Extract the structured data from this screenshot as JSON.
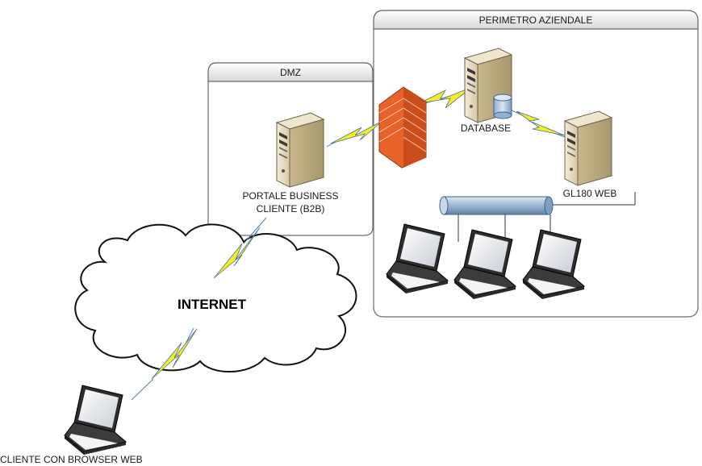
{
  "zones": {
    "dmz": "DMZ",
    "perimeter": "PERIMETRO AZIENDALE"
  },
  "labels": {
    "portal_line1": "PORTALE BUSINESS",
    "portal_line2": "CLIENTE (B2B)",
    "database": "DATABASE",
    "gl180": "GL180 WEB",
    "internet": "INTERNET",
    "client": "CLIENTE CON BROWSER WEB"
  },
  "colors": {
    "zone_border": "#6b6b6b",
    "header_top": "#ffffff",
    "header_bottom": "#dcdcdc",
    "server_body": "#e9dfc6",
    "server_dark": "#3a3a3a",
    "firewall": "#e8632a",
    "lightning": "#f2ee2b",
    "lightning_edge": "#5a7fa6",
    "network_bus": "#9bb8d6",
    "cloud_fill": "#ffffff",
    "cloud_stroke": "#111111"
  },
  "icons": [
    "server-icon",
    "database-icon",
    "firewall-icon",
    "laptop-icon",
    "lightning-link-icon",
    "cloud-icon",
    "network-bus-icon"
  ]
}
